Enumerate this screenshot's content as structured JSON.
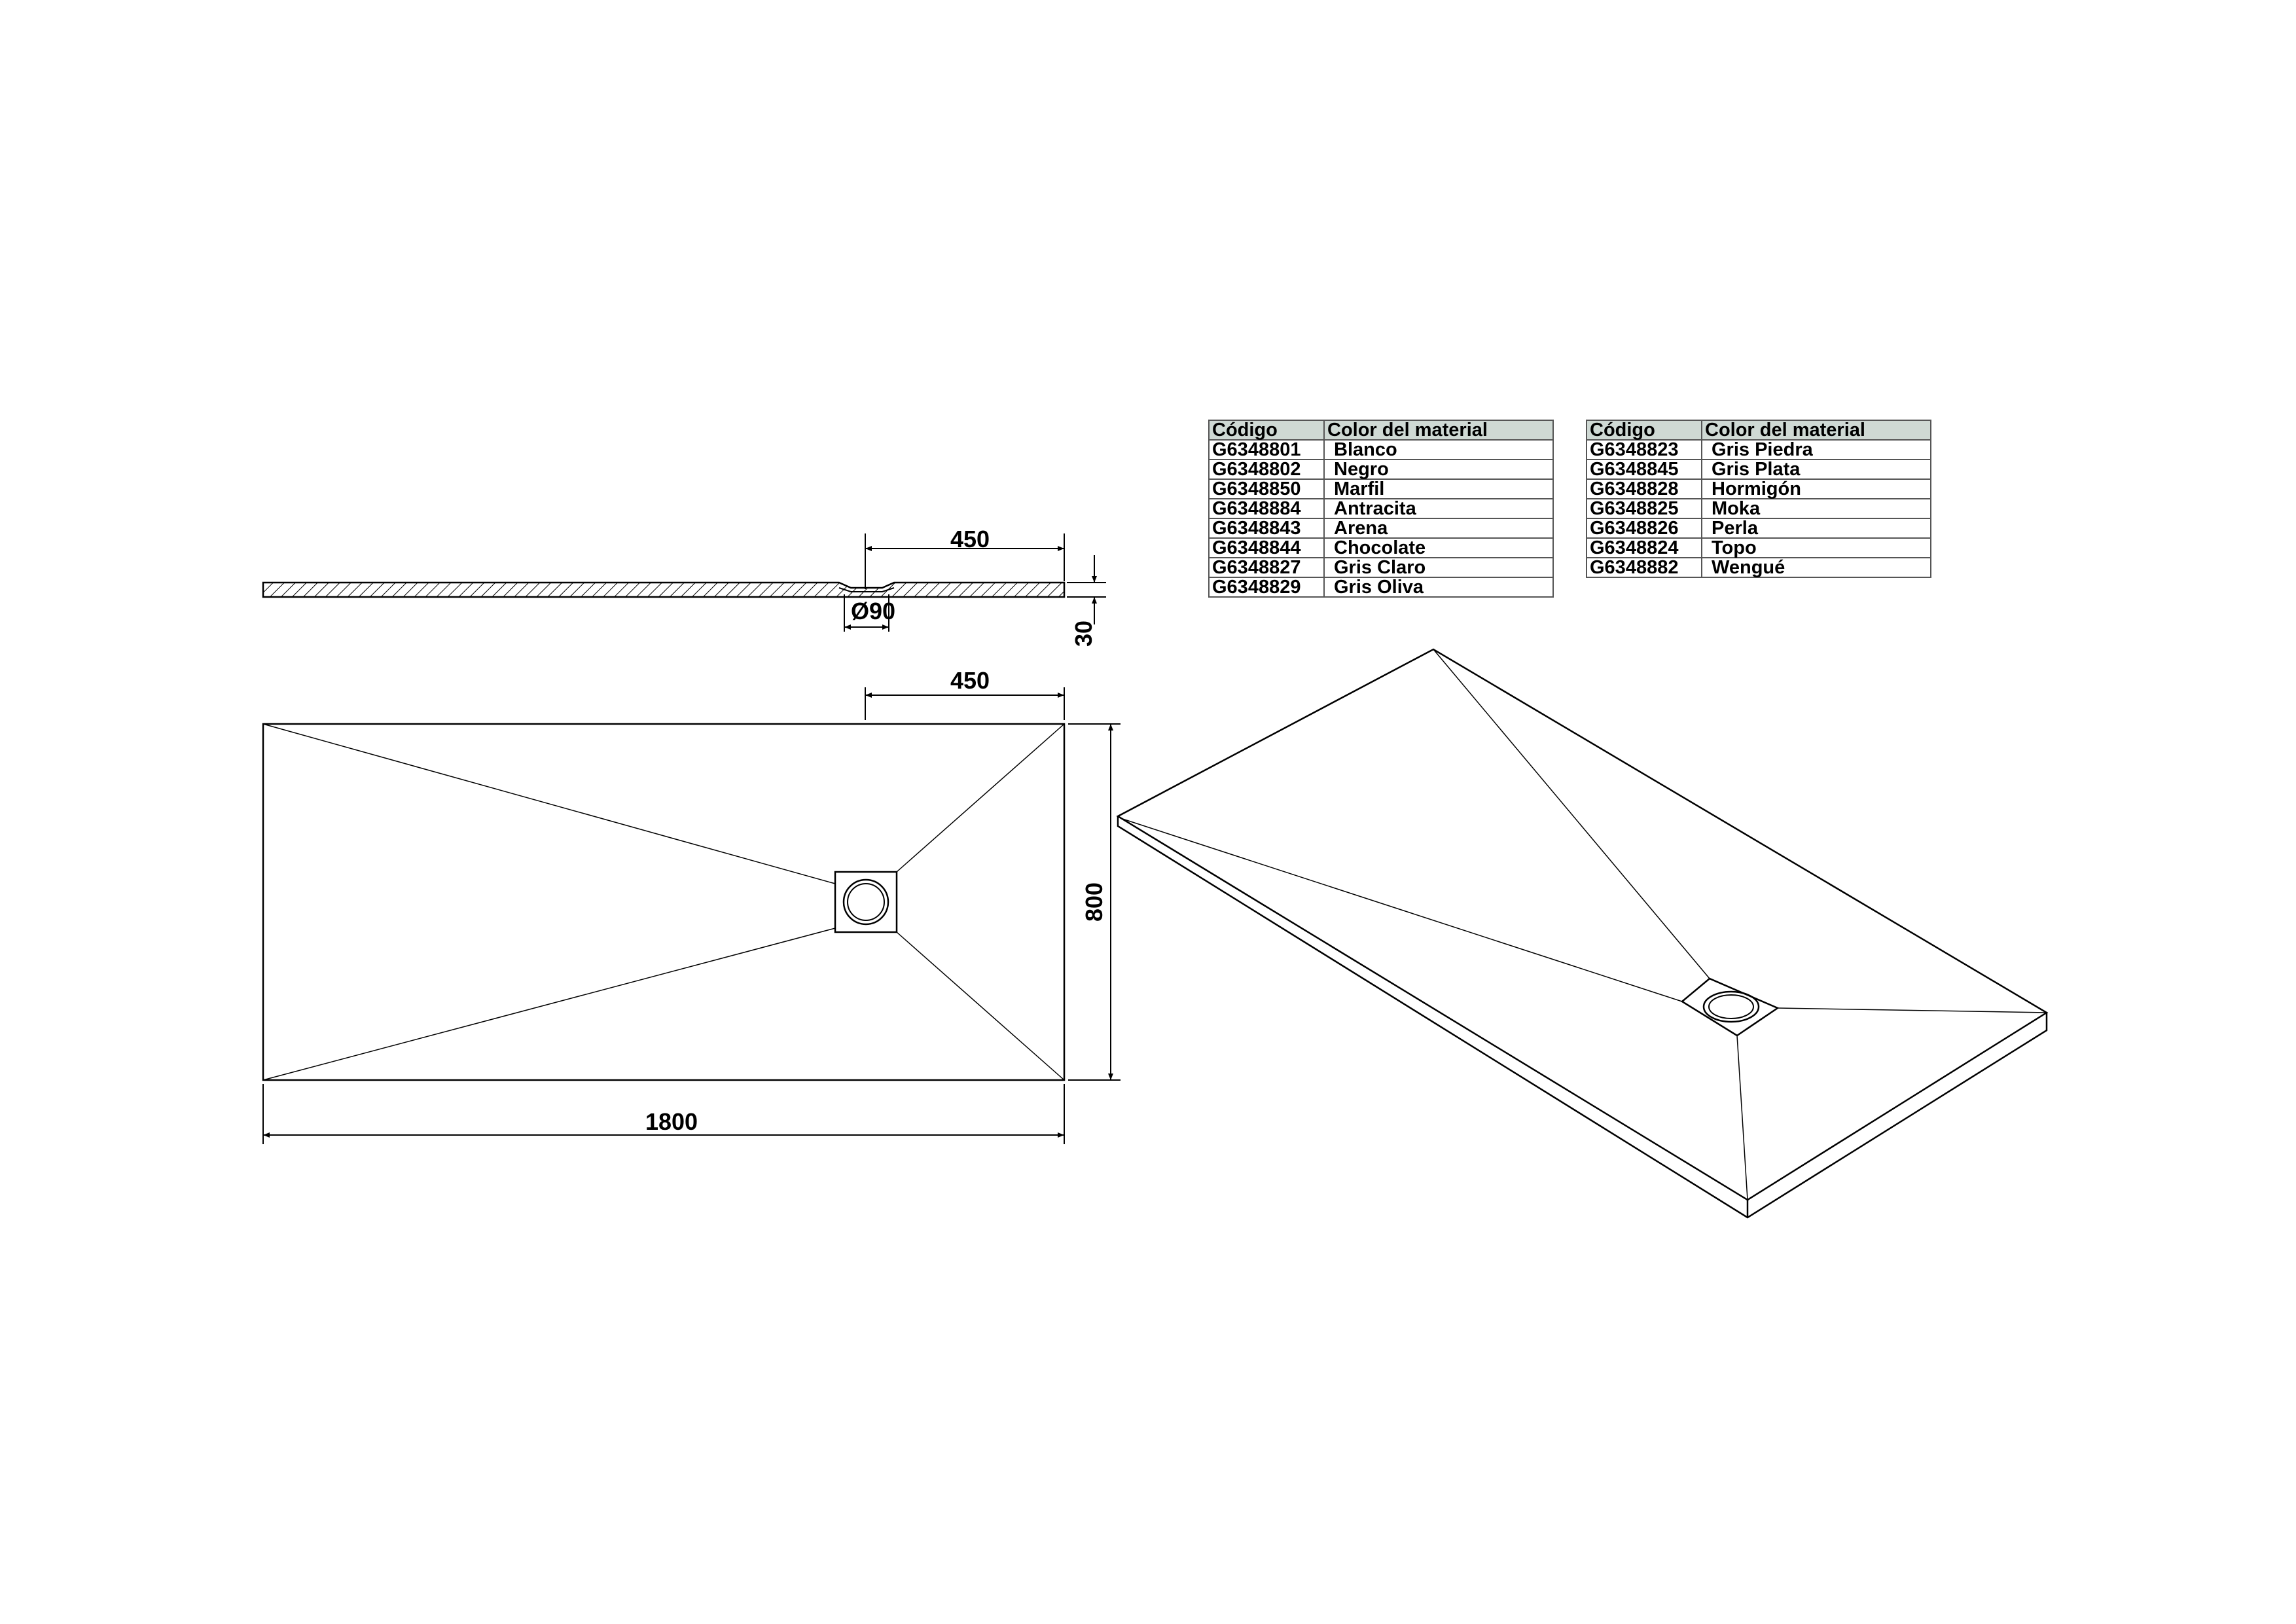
{
  "dimensions": {
    "drain_offset_top": "450",
    "drain_diameter": "Ø90",
    "thickness": "30",
    "drain_offset_plan": "450",
    "width": "800",
    "length": "1800"
  },
  "table_headers": {
    "code": "Código",
    "color": "Color del material"
  },
  "table_left": [
    {
      "code": "G6348801",
      "color": "Blanco"
    },
    {
      "code": "G6348802",
      "color": "Negro"
    },
    {
      "code": "G6348850",
      "color": "Marfil"
    },
    {
      "code": "G6348884",
      "color": "Antracita"
    },
    {
      "code": "G6348843",
      "color": "Arena"
    },
    {
      "code": "G6348844",
      "color": "Chocolate"
    },
    {
      "code": "G6348827",
      "color": "Gris Claro"
    },
    {
      "code": "G6348829",
      "color": "Gris Oliva"
    }
  ],
  "table_right": [
    {
      "code": "G6348823",
      "color": "Gris Piedra"
    },
    {
      "code": "G6348845",
      "color": "Gris Plata"
    },
    {
      "code": "G6348828",
      "color": "Hormigón"
    },
    {
      "code": "G6348825",
      "color": "Moka"
    },
    {
      "code": "G6348826",
      "color": "Perla"
    },
    {
      "code": "G6348824",
      "color": "Topo"
    },
    {
      "code": "G6348882",
      "color": "Wengué"
    }
  ],
  "colors": {
    "header_fill": "#cfd9d4",
    "line": "#000000"
  }
}
